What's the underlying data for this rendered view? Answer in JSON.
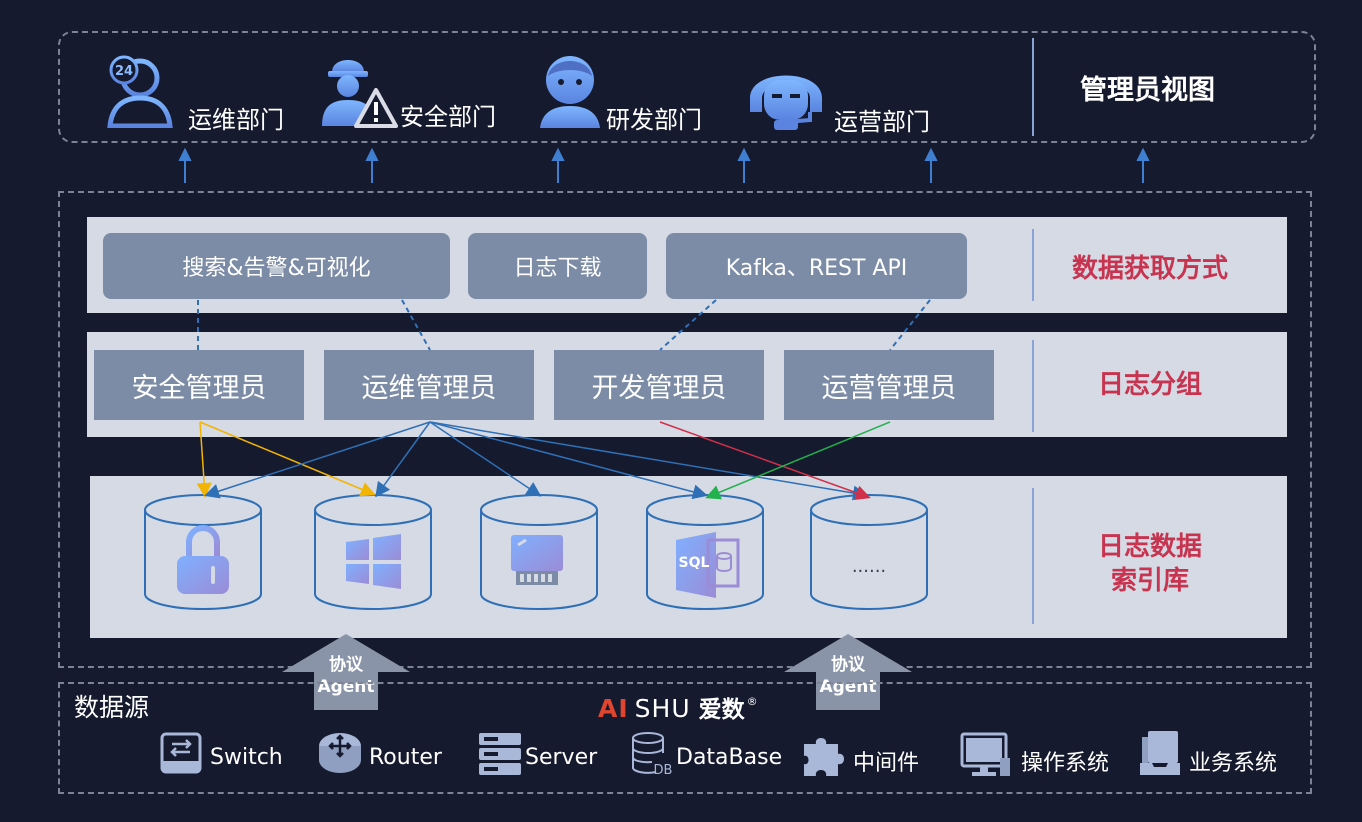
{
  "admin_view": {
    "title": "管理员视图",
    "departments": [
      {
        "label": "运维部门",
        "icon": "support-24h-icon"
      },
      {
        "label": "安全部门",
        "icon": "security-worker-icon"
      },
      {
        "label": "研发部门",
        "icon": "developer-icon"
      },
      {
        "label": "运营部门",
        "icon": "operator-headset-icon"
      }
    ]
  },
  "data_access": {
    "title": "数据获取方式",
    "methods": [
      "搜索&告警&可视化",
      "日志下载",
      "Kafka、REST API"
    ]
  },
  "log_groups": {
    "title": "日志分组",
    "groups": [
      "安全管理员",
      "运维管理员",
      "开发管理员",
      "运营管理员"
    ]
  },
  "index_library": {
    "title_line1": "日志数据",
    "title_line2": "索引库",
    "indexes": [
      {
        "icon": "lock-icon"
      },
      {
        "icon": "windows-icon"
      },
      {
        "icon": "server-board-icon"
      },
      {
        "icon": "sql-database-icon",
        "label": "SQL"
      },
      {
        "icon": "more-icon",
        "label": "......"
      }
    ]
  },
  "agents": [
    {
      "line1": "协议",
      "line2": "Agent"
    },
    {
      "line1": "协议",
      "line2": "Agent"
    }
  ],
  "data_sources": {
    "title": "数据源",
    "brand": {
      "ai": "AI",
      "shu": "SHU",
      "cn": "爱数",
      "mark": "®"
    },
    "items": [
      {
        "label": "Switch",
        "icon": "switch-icon"
      },
      {
        "label": "Router",
        "icon": "router-icon"
      },
      {
        "label": "Server",
        "icon": "server-icon"
      },
      {
        "label": "DataBase",
        "icon": "database-icon"
      },
      {
        "label": "中间件",
        "icon": "puzzle-icon"
      },
      {
        "label": "操作系统",
        "icon": "monitor-icon"
      },
      {
        "label": "业务系统",
        "icon": "business-system-icon"
      }
    ]
  },
  "colors": {
    "background": "#161a2e",
    "panel": "#d5dae5",
    "box": "#7d8ca6",
    "accent_red": "#c8344f",
    "line_blue": "#2f6fb5",
    "line_yellow": "#f2b400",
    "line_red": "#d0304a",
    "line_green": "#22b14c"
  }
}
